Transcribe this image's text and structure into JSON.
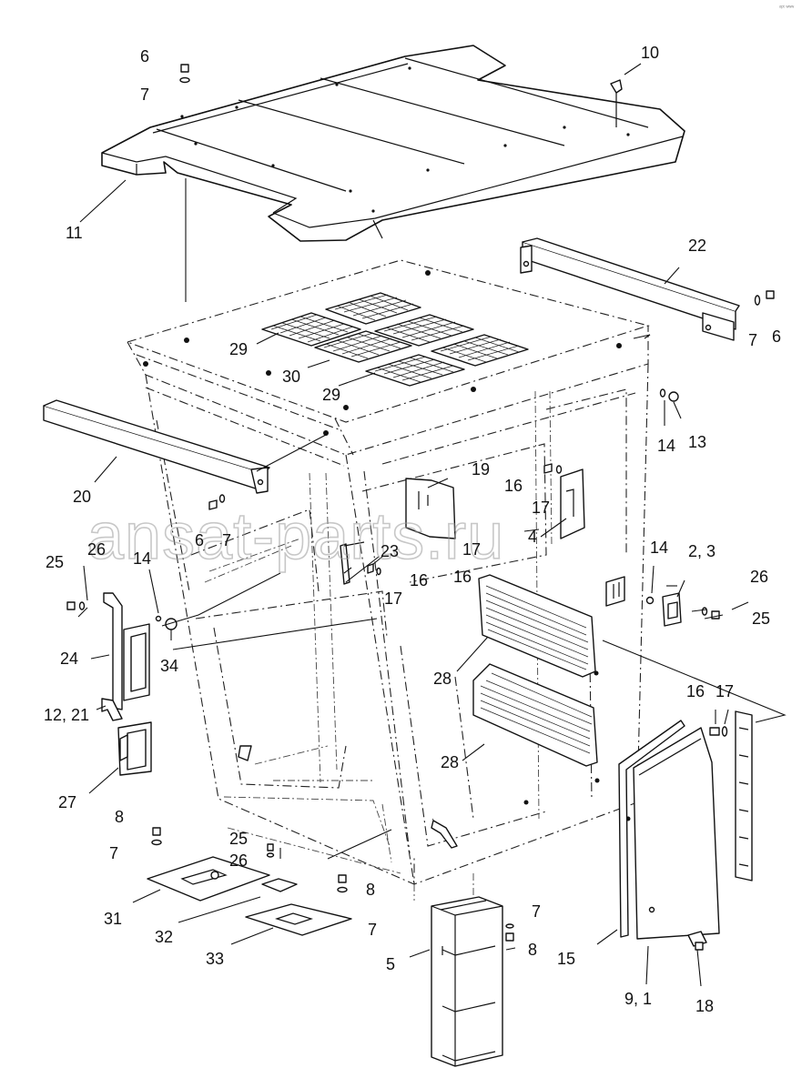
{
  "watermark": "ansat-parts.ru",
  "corner_mark": "ᵒᵖᵗ ʷʷʷ",
  "part_labels": {
    "l6a": "6",
    "l7a": "7",
    "l10": "10",
    "l11": "11",
    "l22": "22",
    "l7b": "7",
    "l6b": "6",
    "l29a": "29",
    "l30": "30",
    "l29b": "29",
    "l14a": "14",
    "l13": "13",
    "l20": "20",
    "l19": "19",
    "l16a": "16",
    "l17a": "17",
    "l4": "4",
    "l6c": "6",
    "l7c": "7",
    "l23": "23",
    "l17b": "17",
    "l16b": "16",
    "l16c": "16",
    "l17c": "17",
    "l25a": "25",
    "l26a": "26",
    "l14b": "14",
    "l14c": "14",
    "l23b": "2, 3",
    "l26b": "26",
    "l25b": "25",
    "l24": "24",
    "l34": "34",
    "l28a": "28",
    "l12": "12, 21",
    "l16d": "16",
    "l17d": "17",
    "l28b": "28",
    "l27": "27",
    "l8a": "8",
    "l7d": "7",
    "l25c": "25",
    "l26c": "26",
    "l8b": "8",
    "l7e": "7",
    "l7f": "7",
    "l31": "31",
    "l32": "32",
    "l8c": "8",
    "l33": "33",
    "l5": "5",
    "l15": "15",
    "l91": "9, 1",
    "l18": "18"
  }
}
